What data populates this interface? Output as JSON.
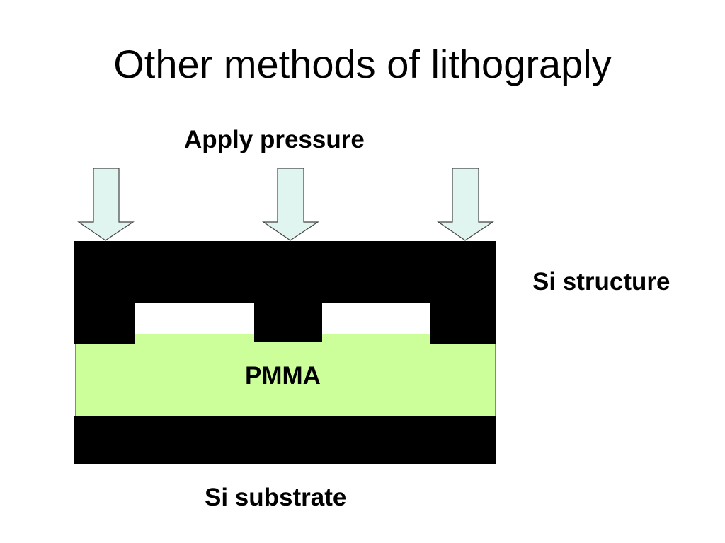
{
  "slide": {
    "title": "Other methods of lithograply"
  },
  "diagram": {
    "pressure_label": "Apply pressure",
    "structure_label": "Si structure",
    "resist_label": "PMMA",
    "substrate_label": "Si substrate",
    "arrow_count": 3,
    "colors": {
      "si": "#000000",
      "pmma": "#ccff99",
      "arrow_fill": "#e0f5ef",
      "arrow_stroke": "#444444",
      "cavity": "#ffffff"
    }
  }
}
